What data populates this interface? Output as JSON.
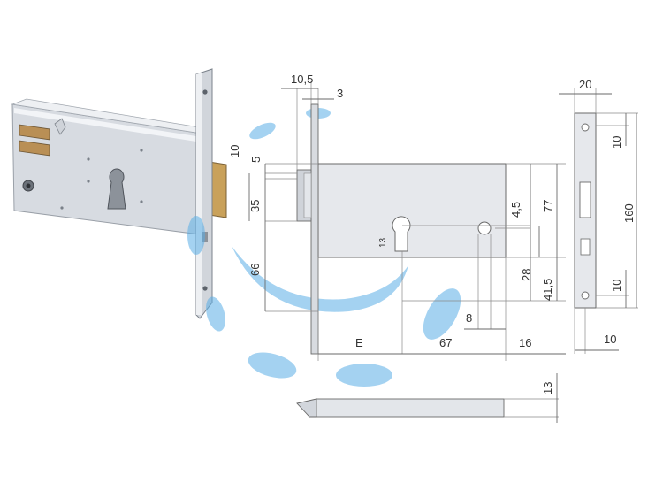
{
  "colors": {
    "background": "#ffffff",
    "line": "#6a6a6a",
    "steel_light": "#e6e8ec",
    "steel_mid": "#c9cdd4",
    "steel_dark": "#8f959e",
    "brass": "#c9a15a",
    "watermark_blue": "#5aaee6"
  },
  "icons": {
    "watermark": "blue-swoosh-watermark-icon",
    "bolt_screw": "screw-head-icon",
    "cylinder_hole": "euro-cylinder-hole-icon"
  },
  "dimensions": {
    "top_10_5": "10,5",
    "top_3": "3",
    "left_10": "10",
    "left_5": "5",
    "left_35": "35",
    "left_66": "66",
    "right_4_5": "4,5",
    "right_77": "77",
    "right_28": "28",
    "right_41_5": "41,5",
    "cyl_13": "13",
    "bottom_8": "8",
    "bottom_e": "E",
    "bottom_67": "67",
    "bottom_16": "16",
    "faceplate_20": "20",
    "faceplate_10_top": "10",
    "faceplate_160": "160",
    "faceplate_10_bottom": "10",
    "faceplate_10_side": "10",
    "bolt_13": "13"
  }
}
